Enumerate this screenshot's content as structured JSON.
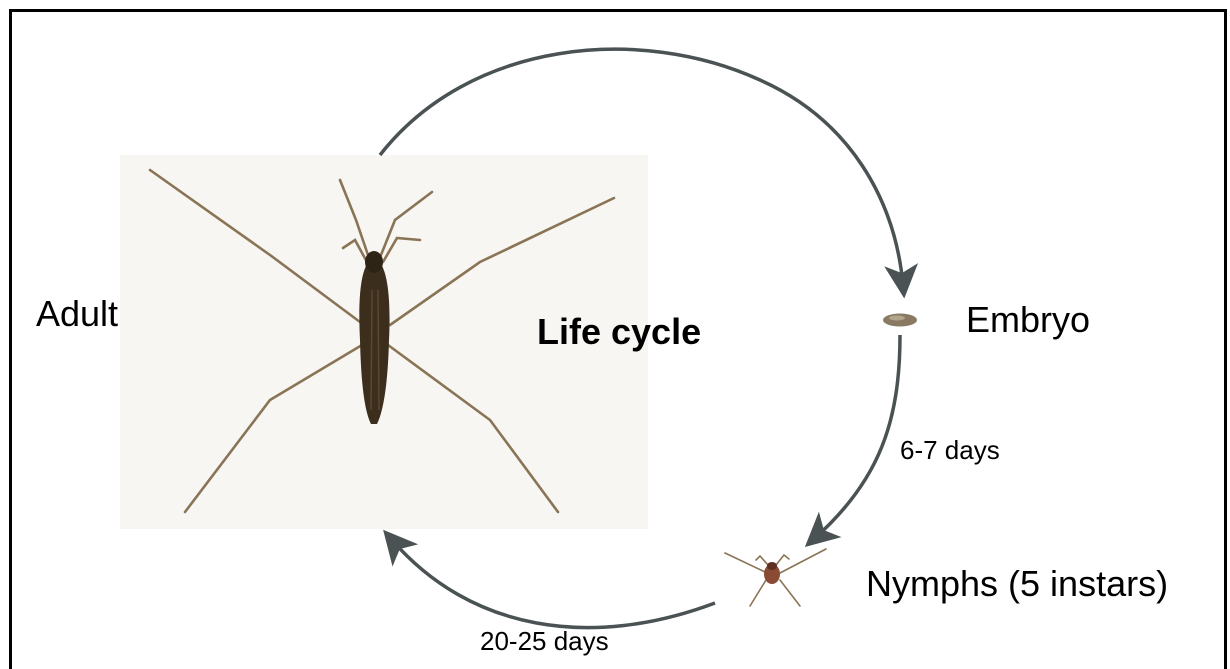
{
  "diagram": {
    "title": "Life cycle",
    "stages": {
      "adult": "Adult",
      "embryo": "Embryo",
      "nymph": "Nymphs (5 instars)"
    },
    "durations": {
      "embryo_to_nymph": "6-7 days",
      "nymph_to_adult": "20-25 days"
    },
    "colors": {
      "arrow": "#4a5254",
      "frame": "#000000",
      "insect_body": "#3b2e1c",
      "insect_legs": "#8a7456",
      "photo_background": "#f7f6f3",
      "embryo": "#8a7a64",
      "nymph_body": "#8b4a33"
    },
    "icons": {
      "adult": "water-strider-adult-photo",
      "embryo": "egg-photo",
      "nymph": "water-strider-nymph-photo"
    }
  }
}
